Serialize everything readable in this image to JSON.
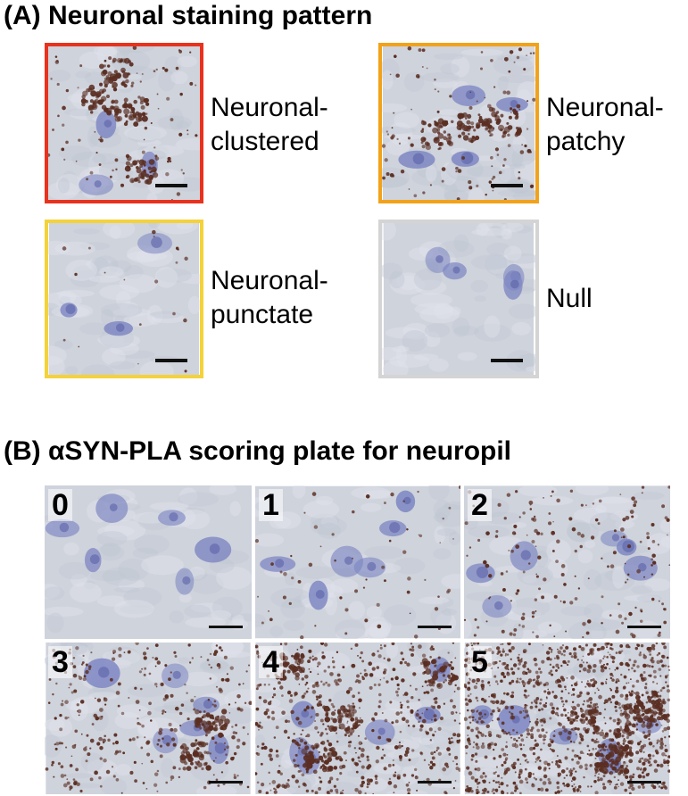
{
  "panel_a": {
    "title": "(A) Neuronal staining pattern",
    "patterns": [
      {
        "line1": "Neuronal-",
        "line2": "clustered",
        "border_color": "#e8321e"
      },
      {
        "line1": "Neuronal-",
        "line2": "patchy",
        "border_color": "#f2a21a"
      },
      {
        "line1": "Neuronal-",
        "line2": "punctate",
        "border_color": "#f4d23a"
      },
      {
        "line1": "Null",
        "line2": "",
        "border_color": "#d4d4d4"
      }
    ]
  },
  "panel_b": {
    "title": "(B) αSYN-PLA scoring plate for neuropil",
    "scores": [
      {
        "label": "0",
        "puncta_level": 0
      },
      {
        "label": "1",
        "puncta_level": 1
      },
      {
        "label": "2",
        "puncta_level": 2
      },
      {
        "label": "3",
        "puncta_level": 3
      },
      {
        "label": "4",
        "puncta_level": 4
      },
      {
        "label": "5",
        "puncta_level": 5
      }
    ]
  },
  "colors": {
    "tissue_background": "#cfd3dc",
    "hematoxylin_blue": "#7d86c2",
    "pla_brown": "#5a2e22"
  }
}
